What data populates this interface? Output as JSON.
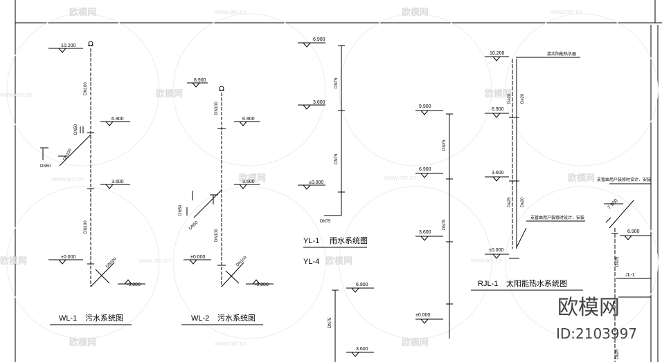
{
  "systems": {
    "wl1": {
      "title": "WL-1",
      "subtitle": "污水系统图",
      "levels": [
        "10.200",
        "6.900",
        "3.600",
        "±0.000",
        "-0.800"
      ],
      "pipes": [
        "DN100",
        "DN50",
        "DN100",
        "DN50",
        "DN100",
        "DN100"
      ]
    },
    "wl2": {
      "title": "WL-2",
      "subtitle": "污水系统图",
      "levels": [
        "8.900",
        "6.900",
        "3.600",
        "±0.000",
        "-0.800"
      ],
      "pipes": [
        "DN100",
        "DN50",
        "DN50",
        "DN100",
        "DN100"
      ]
    },
    "yl1": {
      "title": "YL-1",
      "subtitle": "雨水系统图",
      "levels": [
        "6.900",
        "3.600",
        "±0.000"
      ],
      "pipes": [
        "DN75",
        "DN75",
        "DN75"
      ]
    },
    "yl4": {
      "title": "YL-4",
      "levels": [
        "6.900",
        "3.600"
      ],
      "pipes": [
        "DN75"
      ]
    },
    "center": {
      "levels": [
        "9.900",
        "6.900",
        "3.600",
        "±0.000"
      ],
      "pipes": [
        "DN75",
        "DN75"
      ]
    },
    "rjl1": {
      "title": "RJL-1",
      "subtitle": "太阳能热水系统图",
      "levels": [
        "10.200",
        "6.900",
        "3.600",
        "±0.000"
      ],
      "pipes": [
        "De20",
        "De20",
        "De25",
        "De20"
      ],
      "notes": [
        "接太阳能热水器",
        "支管由用户装修时设计、安装"
      ]
    },
    "jl1": {
      "title": "JL-1",
      "levels": [
        "7.900",
        "6.900"
      ],
      "pipes": [
        "De25",
        "De25"
      ],
      "notes": [
        "支管由用户装修时设计、安装"
      ]
    }
  },
  "watermarks": {
    "brand": "欧模网",
    "site": "www.om.cn",
    "big": "欧模网",
    "id": "ID:2103997"
  }
}
